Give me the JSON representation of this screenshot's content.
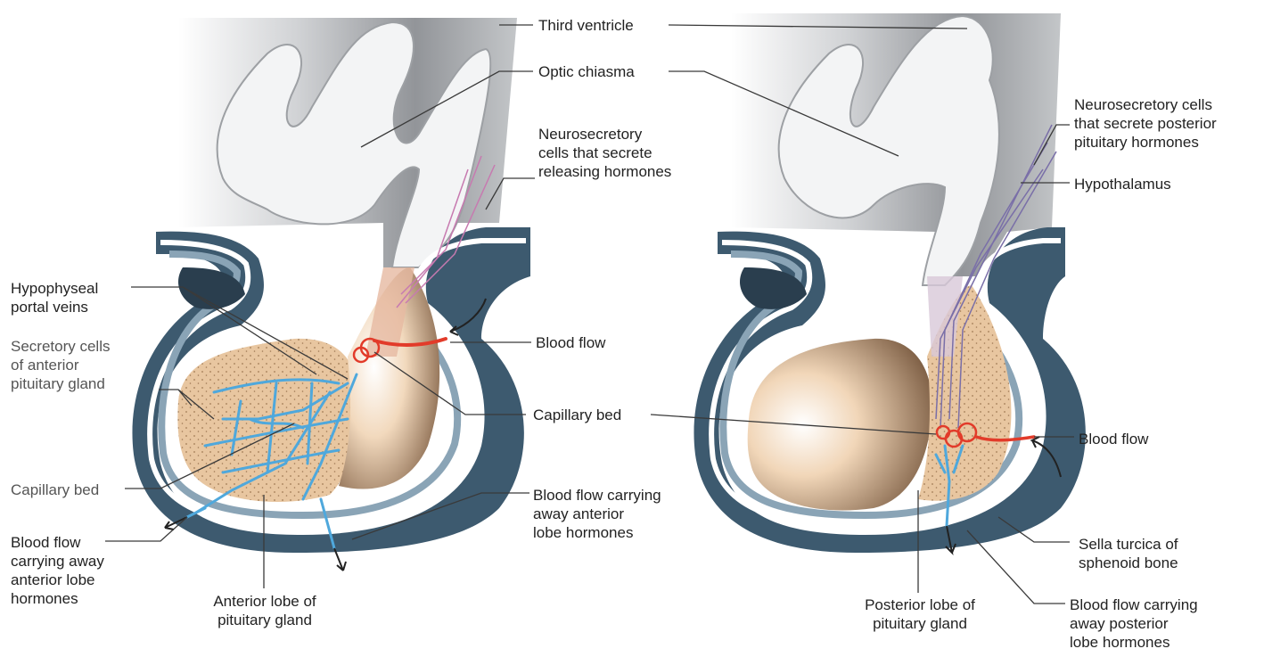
{
  "colors": {
    "background": "#ffffff",
    "brain_shadow": "#8d8f93",
    "brain_white": "#f4f5f6",
    "bone_dark": "#2f4a5e",
    "bone_mid": "#6d8aa0",
    "membrane": "#ffffff",
    "gland_tan": "#e9c9a8",
    "portal_vein_blue": "#4fa8dc",
    "artery_red": "#e23b2a",
    "leader_line": "#3a3a3a"
  },
  "labels": {
    "third_ventricle": "Third ventricle",
    "optic_chiasma": "Optic chiasma",
    "neurosecretory_releasing": "Neurosecretory\ncells that secrete\nreleasing hormones",
    "neurosecretory_posterior": "Neurosecretory cells\nthat secrete posterior\npituitary hormones",
    "hypothalamus": "Hypothalamus",
    "hypophyseal_portal_veins": "Hypophyseal\nportal veins",
    "secretory_cells": "Secretory cells\nof anterior\npituitary gland",
    "blood_flow_left": "Blood flow",
    "capillary_bed_center": "Capillary bed",
    "blood_flow_right": "Blood flow",
    "capillary_bed_left": "Capillary bed",
    "blood_flow_away_anterior_center": "Blood flow carrying\naway anterior\nlobe hormones",
    "blood_flow_away_anterior_left": "Blood flow\ncarrying away\nanterior lobe\nhormones",
    "anterior_lobe": "Anterior lobe of\npituitary gland",
    "sella_turcica": "Sella turcica of\nsphenoid bone",
    "posterior_lobe": "Posterior lobe of\npituitary gland",
    "blood_flow_away_posterior": "Blood flow carrying\naway posterior\nlobe hormones"
  }
}
